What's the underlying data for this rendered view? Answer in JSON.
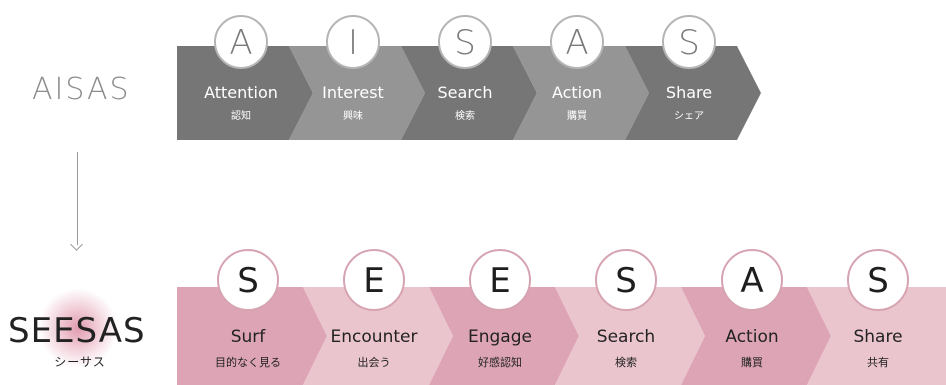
{
  "aisas": {
    "label": "AISAS",
    "steps": [
      {
        "letter": "A",
        "title": "Attention",
        "sub": "認知",
        "color": "#767676"
      },
      {
        "letter": "I",
        "title": "Interest",
        "sub": "興味",
        "color": "#959595"
      },
      {
        "letter": "S",
        "title": "Search",
        "sub": "検索",
        "color": "#767676"
      },
      {
        "letter": "A",
        "title": "Action",
        "sub": "購買",
        "color": "#959595"
      },
      {
        "letter": "S",
        "title": "Share",
        "sub": "シェア",
        "color": "#767676"
      }
    ],
    "circle_stroke": "#b5b5b5",
    "letter_color": "#7a7a7a"
  },
  "seesas": {
    "label": "SEESAS",
    "sub": "シーサス",
    "steps": [
      {
        "letter": "S",
        "title": "Surf",
        "sub": "目的なく見る",
        "color": "#dca4b4"
      },
      {
        "letter": "E",
        "title": "Encounter",
        "sub": "出会う",
        "color": "#ebc5ce"
      },
      {
        "letter": "E",
        "title": "Engage",
        "sub": "好感認知",
        "color": "#dca4b4"
      },
      {
        "letter": "S",
        "title": "Search",
        "sub": "検索",
        "color": "#ebc5ce"
      },
      {
        "letter": "A",
        "title": "Action",
        "sub": "購買",
        "color": "#dca4b4"
      },
      {
        "letter": "S",
        "title": "Share",
        "sub": "共有",
        "color": "#ebc5ce"
      }
    ],
    "circle_stroke": "#d6a3b1",
    "letter_color": "#1e1e1e",
    "text_color": "#222222"
  }
}
